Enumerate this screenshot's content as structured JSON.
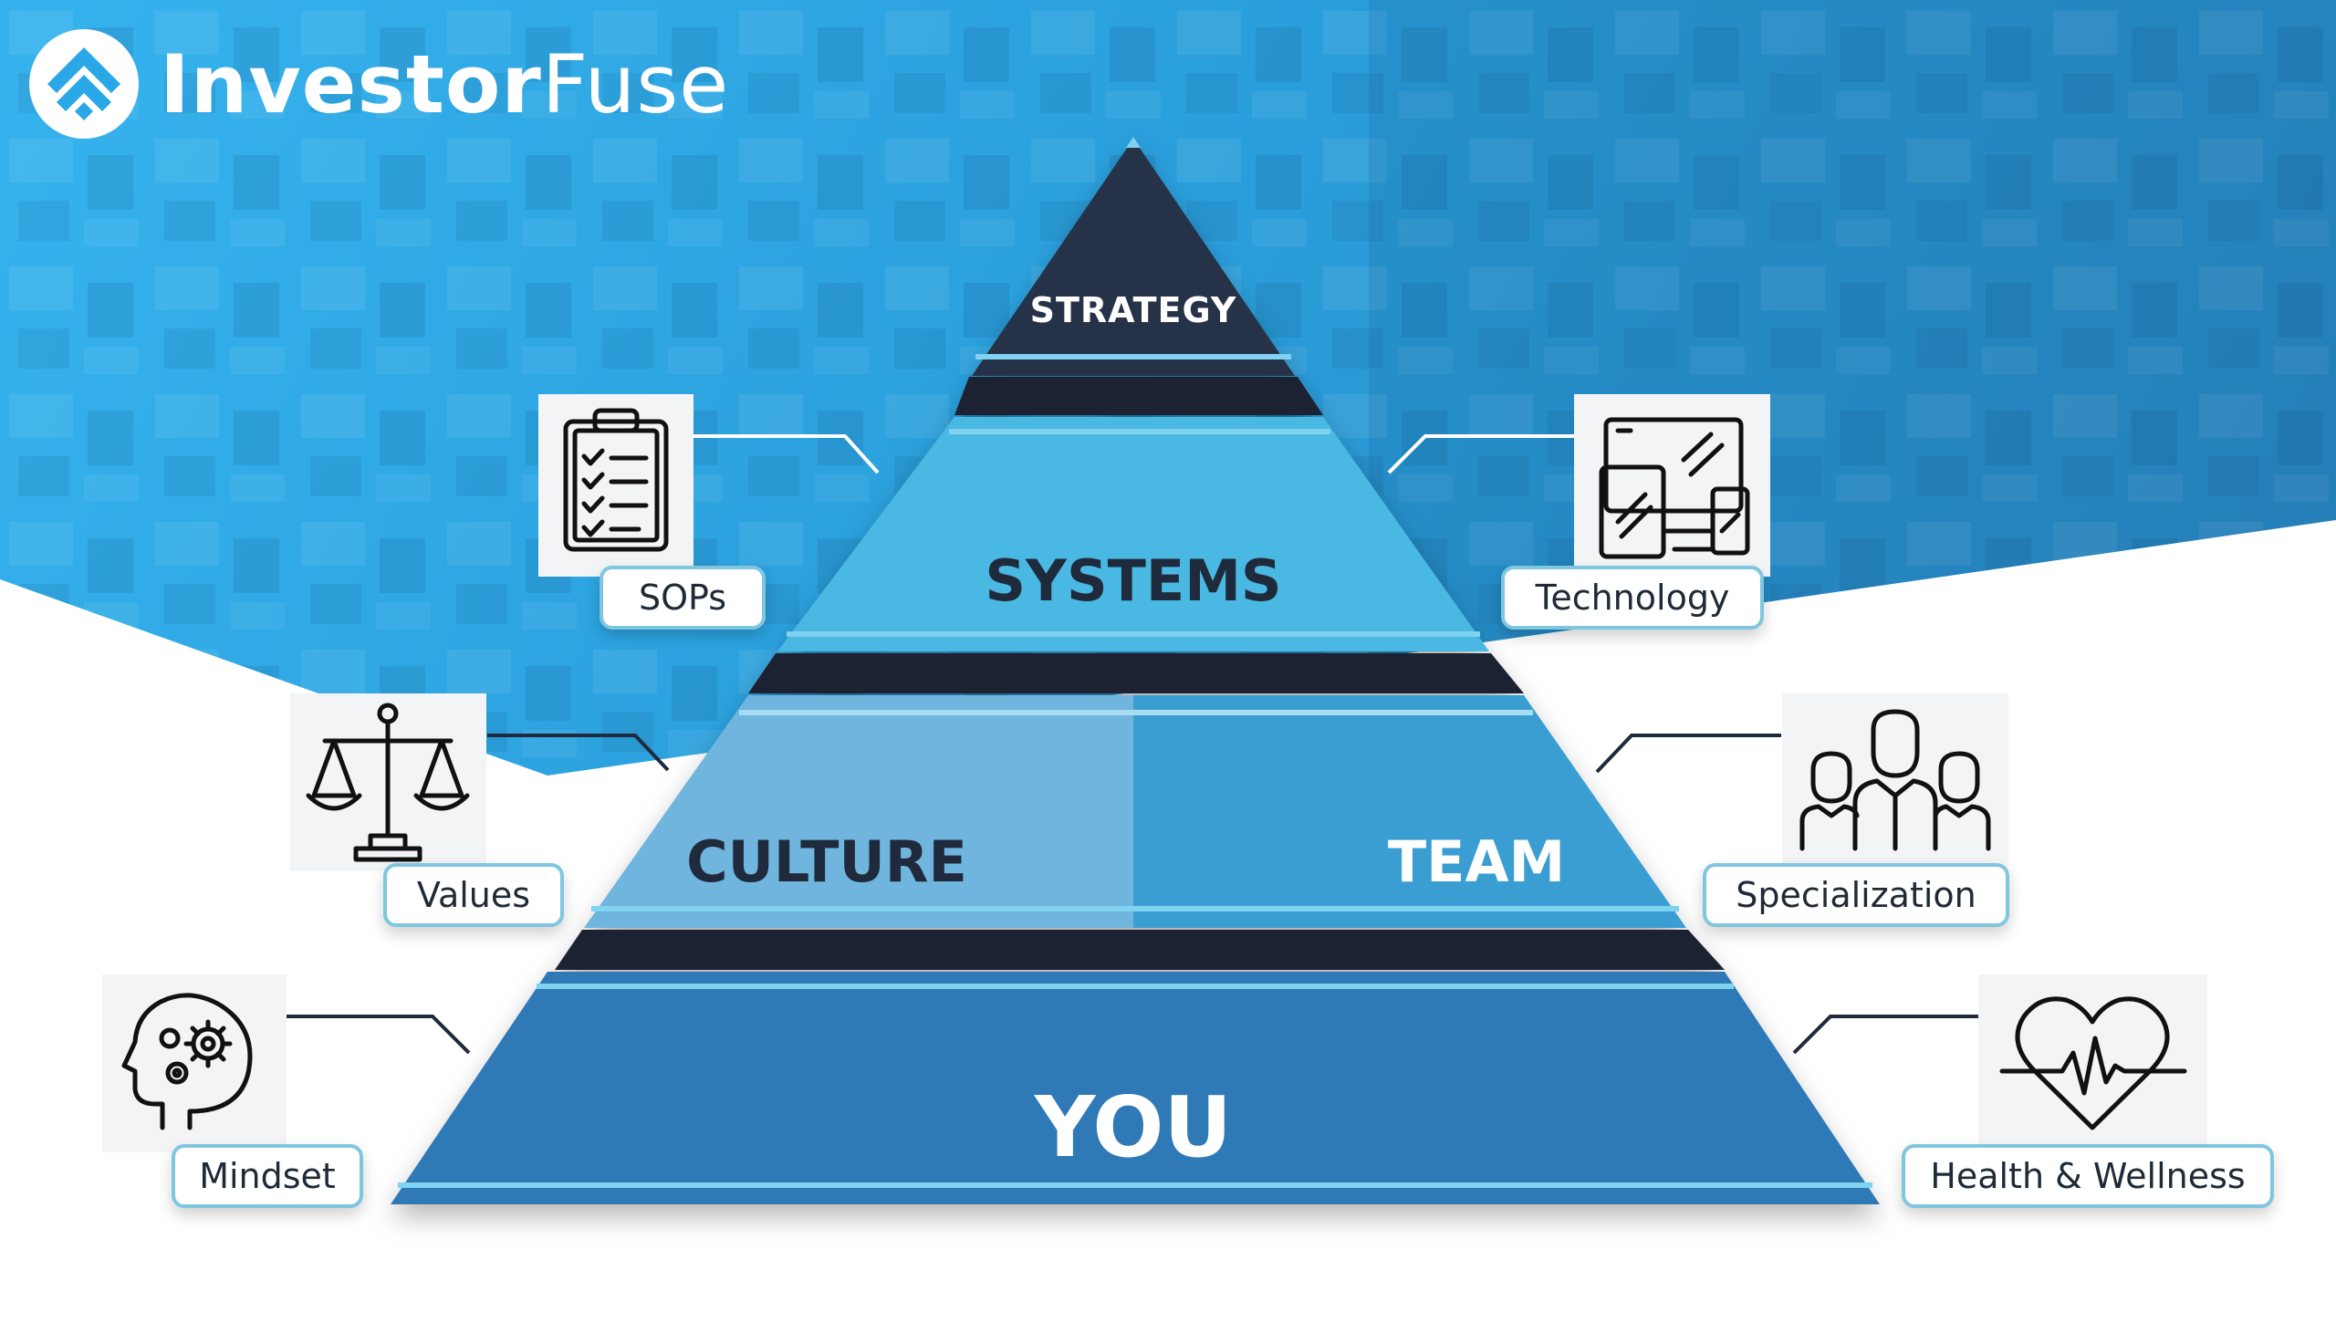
{
  "brand": {
    "name_bold": "Investor",
    "name_light": "Fuse"
  },
  "colors": {
    "sky": "#2aa7e6",
    "navy": "#1f2a3c",
    "strategy": "#253246",
    "systems": "#4ab8e2",
    "culture": "#6fb5dd",
    "team": "#3a9ed2",
    "you": "#2f79b6",
    "accent_line": "#7fd2f0"
  },
  "pyramid": {
    "strategy": "STRATEGY",
    "systems": "SYSTEMS",
    "culture": "CULTURE",
    "team": "TEAM",
    "you": "YOU"
  },
  "callouts": {
    "sops": {
      "label": "SOPs",
      "icon": "clipboard-checklist-icon"
    },
    "technology": {
      "label": "Technology",
      "icon": "devices-icon"
    },
    "values": {
      "label": "Values",
      "icon": "scales-icon"
    },
    "specialization": {
      "label": "Specialization",
      "icon": "team-people-icon"
    },
    "mindset": {
      "label": "Mindset",
      "icon": "head-gears-icon"
    },
    "health": {
      "label": "Health & Wellness",
      "icon": "heart-pulse-icon"
    }
  }
}
